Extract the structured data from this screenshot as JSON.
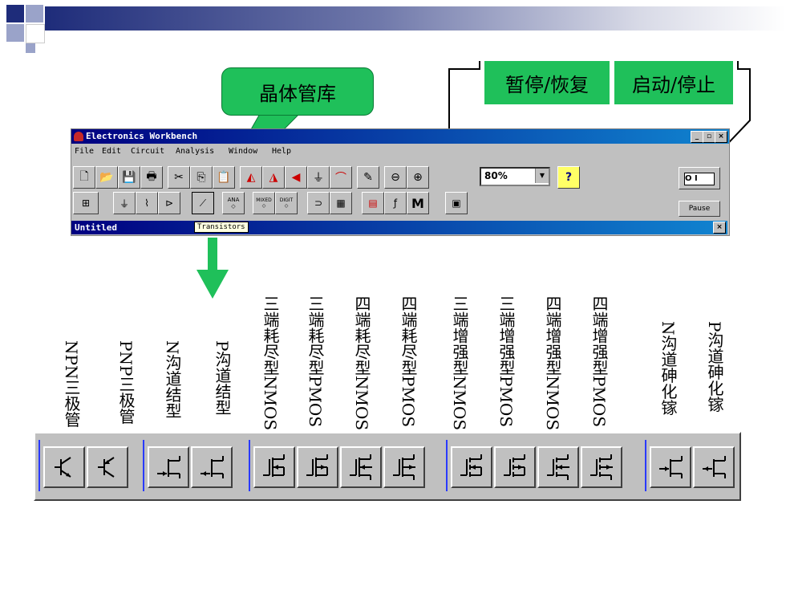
{
  "callouts": {
    "transistor_bin": "晶体管库",
    "pause_resume": "暂停/恢复",
    "start_stop": "启动/停止"
  },
  "window": {
    "title": "Electronics Workbench",
    "controls": [
      "_",
      "▫",
      "×"
    ],
    "menu": [
      "File",
      "Edit",
      "Circuit",
      "Analysis",
      "Window",
      "Help"
    ],
    "zoom": "80%",
    "help_label": "?",
    "subwindow_title": "Untitled",
    "tooltip": "Transistors",
    "pause_label": "Pause",
    "power_label": "O I",
    "toolbar_icons": [
      "new-file-icon",
      "open-file-icon",
      "save-icon",
      "print-icon",
      "cut-icon",
      "copy-icon",
      "paste-icon",
      "rotate-icon",
      "flip-icon",
      "flip-vertical-icon",
      "subcircuit-icon",
      "graph-icon",
      "description-icon",
      "zoom-out-icon",
      "zoom-in-icon"
    ],
    "parts_bins": [
      "favorites-bin",
      "sources-bin",
      "basic-bin",
      "diodes-bin",
      "transistors-bin",
      "analog-ic-bin",
      "mixed-ic-bin",
      "digital-ic-bin",
      "logic-gates-bin",
      "digital-bin",
      "indicators-bin",
      "controls-bin",
      "miscellaneous-bin",
      "instruments-bin"
    ],
    "bin_text": {
      "ana": "ANA",
      "mixed": "MIXED",
      "digit": "DIGIT",
      "m": "M"
    }
  },
  "transistor_labels": [
    "NPN三极管",
    "PNP三极管",
    "N沟道结型",
    "P沟道结型",
    "三端耗尽型NMOS",
    "三端耗尽型PMOS",
    "四端耗尽型NMOS",
    "四端耗尽型PMOS",
    "三端增强型NMOS",
    "三端增强型PMOS",
    "四端增强型NMOS",
    "四端增强型PMOS",
    "N沟道砷化镓",
    "P沟道砷化镓"
  ],
  "colors": {
    "callout_green": "#1fc05a",
    "title_blue": "#000080",
    "bin_edge": "#2a3aff"
  }
}
